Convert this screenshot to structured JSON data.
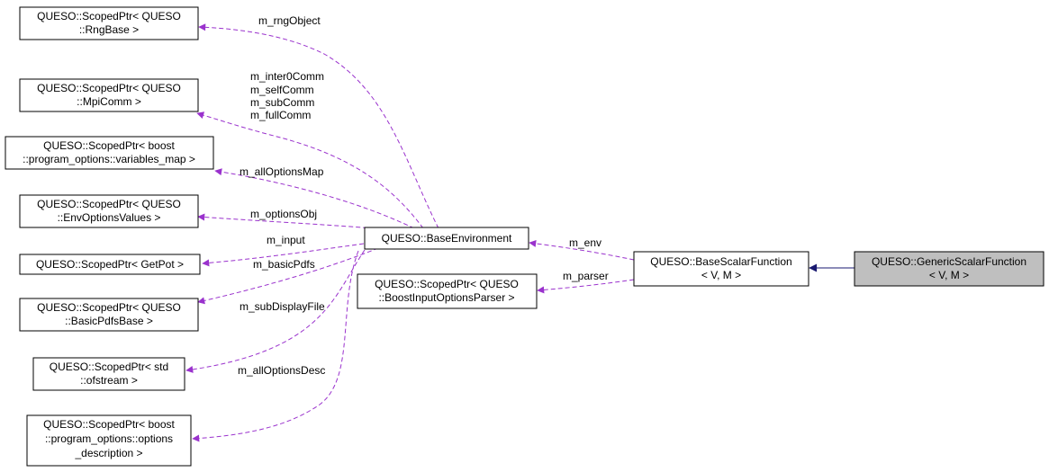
{
  "colors": {
    "member_edge": "#9a32cd",
    "inherit_edge": "#191970",
    "highlight_fill": "#bfbfbf"
  },
  "nodes": {
    "rng": [
      "QUESO::ScopedPtr< QUESO",
      "::RngBase >"
    ],
    "mpi": [
      "QUESO::ScopedPtr< QUESO",
      "::MpiComm >"
    ],
    "varmap": [
      "QUESO::ScopedPtr< boost",
      "::program_options::variables_map >"
    ],
    "envopt": [
      "QUESO::ScopedPtr< QUESO",
      "::EnvOptionsValues >"
    ],
    "getpot": [
      "QUESO::ScopedPtr< GetPot >"
    ],
    "pdfs": [
      "QUESO::ScopedPtr< QUESO",
      "::BasicPdfsBase >"
    ],
    "ofs": [
      "QUESO::ScopedPtr< std",
      "::ofstream >"
    ],
    "optdesc": [
      "QUESO::ScopedPtr< boost",
      "::program_options::options",
      "_description >"
    ],
    "baseenv": [
      "QUESO::BaseEnvironment"
    ],
    "parser": [
      "QUESO::ScopedPtr< QUESO",
      "::BoostInputOptionsParser >"
    ],
    "basescalar": [
      "QUESO::BaseScalarFunction",
      "< V, M >"
    ],
    "generic": [
      "QUESO::GenericScalarFunction",
      "< V, M >"
    ]
  },
  "edge_labels": {
    "rng": [
      "m_rngObject"
    ],
    "mpi": [
      "m_inter0Comm",
      "m_selfComm",
      "m_subComm",
      "m_fullComm"
    ],
    "varmap": [
      "m_allOptionsMap"
    ],
    "envopt": [
      "m_optionsObj"
    ],
    "getpot": [
      "m_input"
    ],
    "pdfs": [
      "m_basicPdfs"
    ],
    "ofs": [
      "m_subDisplayFile"
    ],
    "optdesc": [
      "m_allOptionsDesc"
    ],
    "env": [
      "m_env"
    ],
    "parser": [
      "m_parser"
    ]
  }
}
